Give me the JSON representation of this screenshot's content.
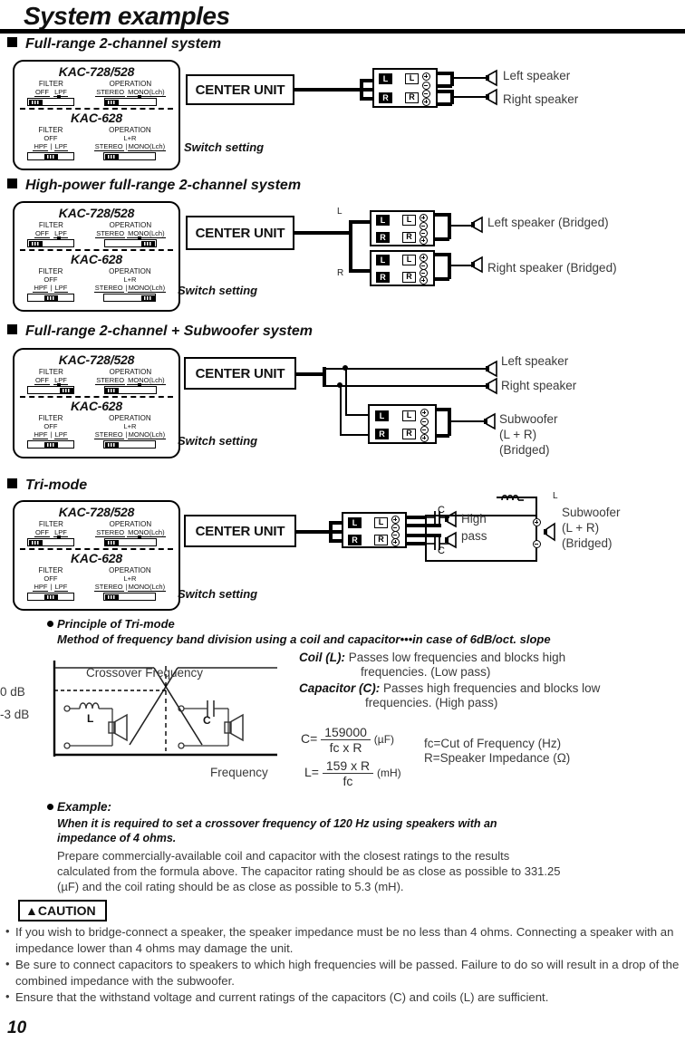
{
  "page": {
    "title": "System examples",
    "number": "10"
  },
  "switch_labels": {
    "filter": "FILTER",
    "operation": "OPERATION",
    "off": "OFF",
    "lpf": "LPF",
    "hpf": "HPF",
    "stereo": "STEREO",
    "mono": "MONO(Lch)",
    "lplusr": "L+R",
    "caption": "Switch setting",
    "model_a": "KAC-728/528",
    "model_b": "KAC-628"
  },
  "center_unit_label": "CENTER UNIT",
  "terminal": {
    "l": "L",
    "r": "R"
  },
  "sections": [
    {
      "heading": "Full-range 2-channel system",
      "speakers": [
        "Left speaker",
        "Right speaker"
      ]
    },
    {
      "heading": "High-power full-range 2-channel system",
      "speakers": [
        "Left speaker (Bridged)",
        "Right speaker (Bridged)"
      ],
      "branch_labels": [
        "L",
        "R"
      ]
    },
    {
      "heading": "Full-range 2-channel + Subwoofer system",
      "speakers": [
        "Left speaker",
        "Right speaker"
      ],
      "subwoofer": [
        "Subwoofer",
        "(L + R)",
        "(Bridged)"
      ]
    },
    {
      "heading": "Tri-mode",
      "highpass": [
        "High",
        "pass"
      ],
      "cap_label": "C",
      "coil_label": "L",
      "subwoofer": [
        "Subwoofer",
        "(L + R)",
        "(Bridged)"
      ]
    }
  ],
  "principle": {
    "title": "Principle of Tri-mode",
    "subtitle": "Method of frequency band division using a coil and capacitor•••in case of 6dB/oct. slope",
    "coil_def_label": "Coil (L):",
    "coil_def_text": "Passes low frequencies and blocks high",
    "coil_def_text2": "frequencies. (Low pass)",
    "cap_def_label": "Capacitor (C):",
    "cap_def_text": "Passes high frequencies and blocks low",
    "cap_def_text2": "frequencies. (High pass)",
    "formula_c_lhs": "C=",
    "formula_c_num": "159000",
    "formula_c_den": "fc x R",
    "formula_c_unit": "(µF)",
    "formula_l_lhs": "L=",
    "formula_l_num": "159 x R",
    "formula_l_den": "fc",
    "formula_l_unit": "(mH)",
    "legend_fc": "fc=Cut of Frequency (Hz)",
    "legend_r": "R=Speaker Impedance (Ω)"
  },
  "chart_data": {
    "type": "line",
    "title": "Crossover Frequency",
    "xlabel": "Frequency",
    "ylabel": "",
    "tick_labels_y": [
      "0 dB",
      "-3 dB"
    ],
    "grid": false,
    "legend_position": "none",
    "annotations": [
      "Crossover Frequency",
      "L",
      "C"
    ],
    "series": [
      {
        "name": "Low pass (Coil L)",
        "x": [
          0,
          38,
          62,
          100
        ],
        "y": [
          0,
          0,
          -3,
          -14
        ]
      },
      {
        "name": "High pass (Capacitor C)",
        "x": [
          0,
          38,
          62,
          100
        ],
        "y": [
          -14,
          -3,
          0,
          0
        ]
      }
    ],
    "ylim": [
      -16,
      2
    ],
    "xlim": [
      0,
      100
    ],
    "crossover_point": {
      "x": 50,
      "y": -3
    }
  },
  "example": {
    "heading": "Example:",
    "subtitle_line1": "When it is required to set a crossover frequency of 120 Hz using speakers with an",
    "subtitle_line2": "impedance of 4 ohms.",
    "body_line1": "Prepare commercially-available coil and capacitor with the closest ratings to the results",
    "body_line2": "calculated from the formula above. The capacitor rating should be as close as possible to 331.25",
    "body_line3": "(µF) and the coil rating should be as close as possible to 5.3 (mH)."
  },
  "caution": {
    "label": "CAUTION",
    "items": [
      "If you wish to bridge-connect a speaker, the speaker impedance must be no less than 4 ohms. Connecting a speaker with an impedance lower than 4 ohms may damage the unit.",
      "Be sure to connect capacitors to speakers to which high frequencies will be passed. Failure to do so will result in a drop of the combined impedance with the subwoofer.",
      "Ensure that the withstand voltage and current ratings of the capacitors (C) and coils (L) are sufficient."
    ]
  }
}
